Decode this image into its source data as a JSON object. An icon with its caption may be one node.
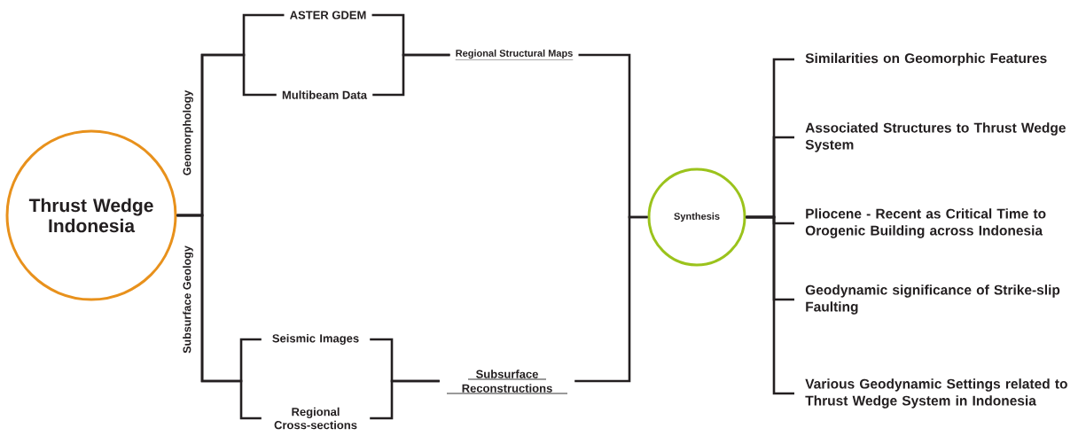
{
  "diagram": {
    "nodes": [
      {
        "text": [
          "Thrust Wedge Indonesia"
        ]
      },
      {
        "text": [
          "ASTER GDEM"
        ]
      },
      {
        "text": [
          "Multibeam Data"
        ]
      },
      {
        "text": [
          "Regional Structural Maps"
        ]
      },
      {
        "text": [
          "Seismic Images"
        ]
      },
      {
        "text": [
          "Regional Cross-sections"
        ]
      },
      {
        "text": [
          "Subsurface Reconstructions"
        ]
      },
      {
        "text": [
          "Synthesis"
        ]
      },
      {
        "text": [
          "Similarities on Geomorphic Features"
        ]
      },
      {
        "text": [
          "Associated Structures to Thrust Wedge System"
        ]
      },
      {
        "text": [
          "Pliocene - Recent as Critical Time to Orogenic Building across Indonesia"
        ]
      },
      {
        "text": [
          "Geodynamic significance of Strike-slip Faulting"
        ]
      },
      {
        "text": [
          "Various Geodynamic Settings related to Thrust Wedge System in Indonesia"
        ]
      }
    ],
    "edges": [
      {
        "from": 0,
        "to": 1,
        "arrow": "none",
        "label": "Geomorphology"
      },
      {
        "from": 0,
        "to": 2,
        "arrow": "none"
      },
      {
        "from": 0,
        "to": 4,
        "arrow": "none",
        "label": "Subsurface Geology"
      },
      {
        "from": 0,
        "to": 5,
        "arrow": "none"
      },
      {
        "from": 1,
        "to": 3,
        "arrow": "none"
      },
      {
        "from": 2,
        "to": 3,
        "arrow": "none"
      },
      {
        "from": 4,
        "to": 6,
        "arrow": "none"
      },
      {
        "from": 5,
        "to": 6,
        "arrow": "none"
      },
      {
        "from": 3,
        "to": 7,
        "arrow": "none"
      },
      {
        "from": 6,
        "to": 7,
        "arrow": "none"
      },
      {
        "from": 7,
        "to": 8,
        "arrow": "none"
      },
      {
        "from": 7,
        "to": 9,
        "arrow": "none"
      },
      {
        "from": 7,
        "to": 10,
        "arrow": "none"
      },
      {
        "from": 7,
        "to": 11,
        "arrow": "none"
      },
      {
        "from": 7,
        "to": 12,
        "arrow": "none"
      }
    ]
  }
}
